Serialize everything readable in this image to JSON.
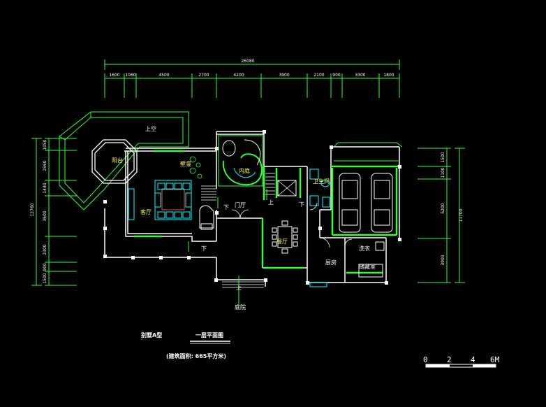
{
  "dimensions": {
    "overall_top": "26080",
    "top_segments": [
      "1600",
      "1060",
      "4500",
      "2700",
      "4200",
      "3900",
      "2100",
      "900",
      "3300",
      "1800"
    ],
    "left_total": "12760",
    "left_segments": [
      "1050",
      "2560",
      "1440",
      "3600",
      "2300",
      "900",
      "1500"
    ],
    "right_total": "11700",
    "right_segments": [
      "1500",
      "1100",
      "5200",
      "3900"
    ]
  },
  "rooms": {
    "terrace_upper": "上空",
    "balcony": "阳台",
    "living_room": "客厅",
    "niche": "壁龛",
    "courtyard": "内庭",
    "bathroom": "卫生间",
    "foyer": "门厅",
    "dining": "餐厅",
    "kitchen": "厨房",
    "laundry": "洗衣",
    "storage": "储藏室",
    "front_yard": "庭院"
  },
  "stair_marks": {
    "down_1": "下",
    "down_2": "下",
    "down_3": "下",
    "up_1": "上",
    "up_2": "上"
  },
  "captions": {
    "villa_type": "别墅A型",
    "plan_title": "一层平面图",
    "area_note": "(建筑面积: 665平方米)"
  },
  "scale_bar": [
    "0",
    "2",
    "4",
    "6M"
  ],
  "colors": {
    "background": "#000000",
    "wall": "#ffffff",
    "dimension": "#33ff33",
    "furniture": "#00ffff",
    "label": "#ffff66"
  }
}
